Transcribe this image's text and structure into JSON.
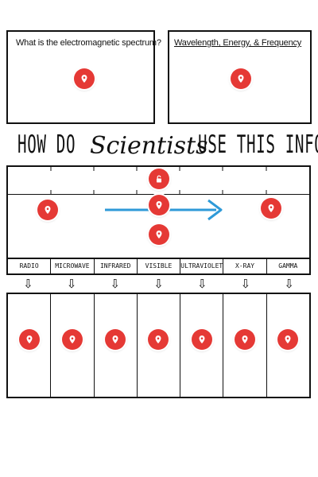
{
  "boxes": {
    "left_title": "What is the electromagnetic spectrum?",
    "right_title": "Wavelength, Energy, & Frequency"
  },
  "heading": {
    "part1": "HOW DO",
    "part2": "Scientists",
    "part3": "USE THIS INFO"
  },
  "spectrum": {
    "labels": [
      "RADIO",
      "MICROWAVE",
      "INFRARED",
      "VISIBLE",
      "ULTRAVIOLET",
      "X-RAY",
      "GAMMA"
    ],
    "arrow_color": "#2e9ad8"
  },
  "colors": {
    "pin": "#e53935"
  },
  "icons": {
    "pin": "map-pin-icon",
    "lock": "lock-icon",
    "down_arrow": "down-arrow-icon"
  },
  "arrow_glyph": "⇩"
}
